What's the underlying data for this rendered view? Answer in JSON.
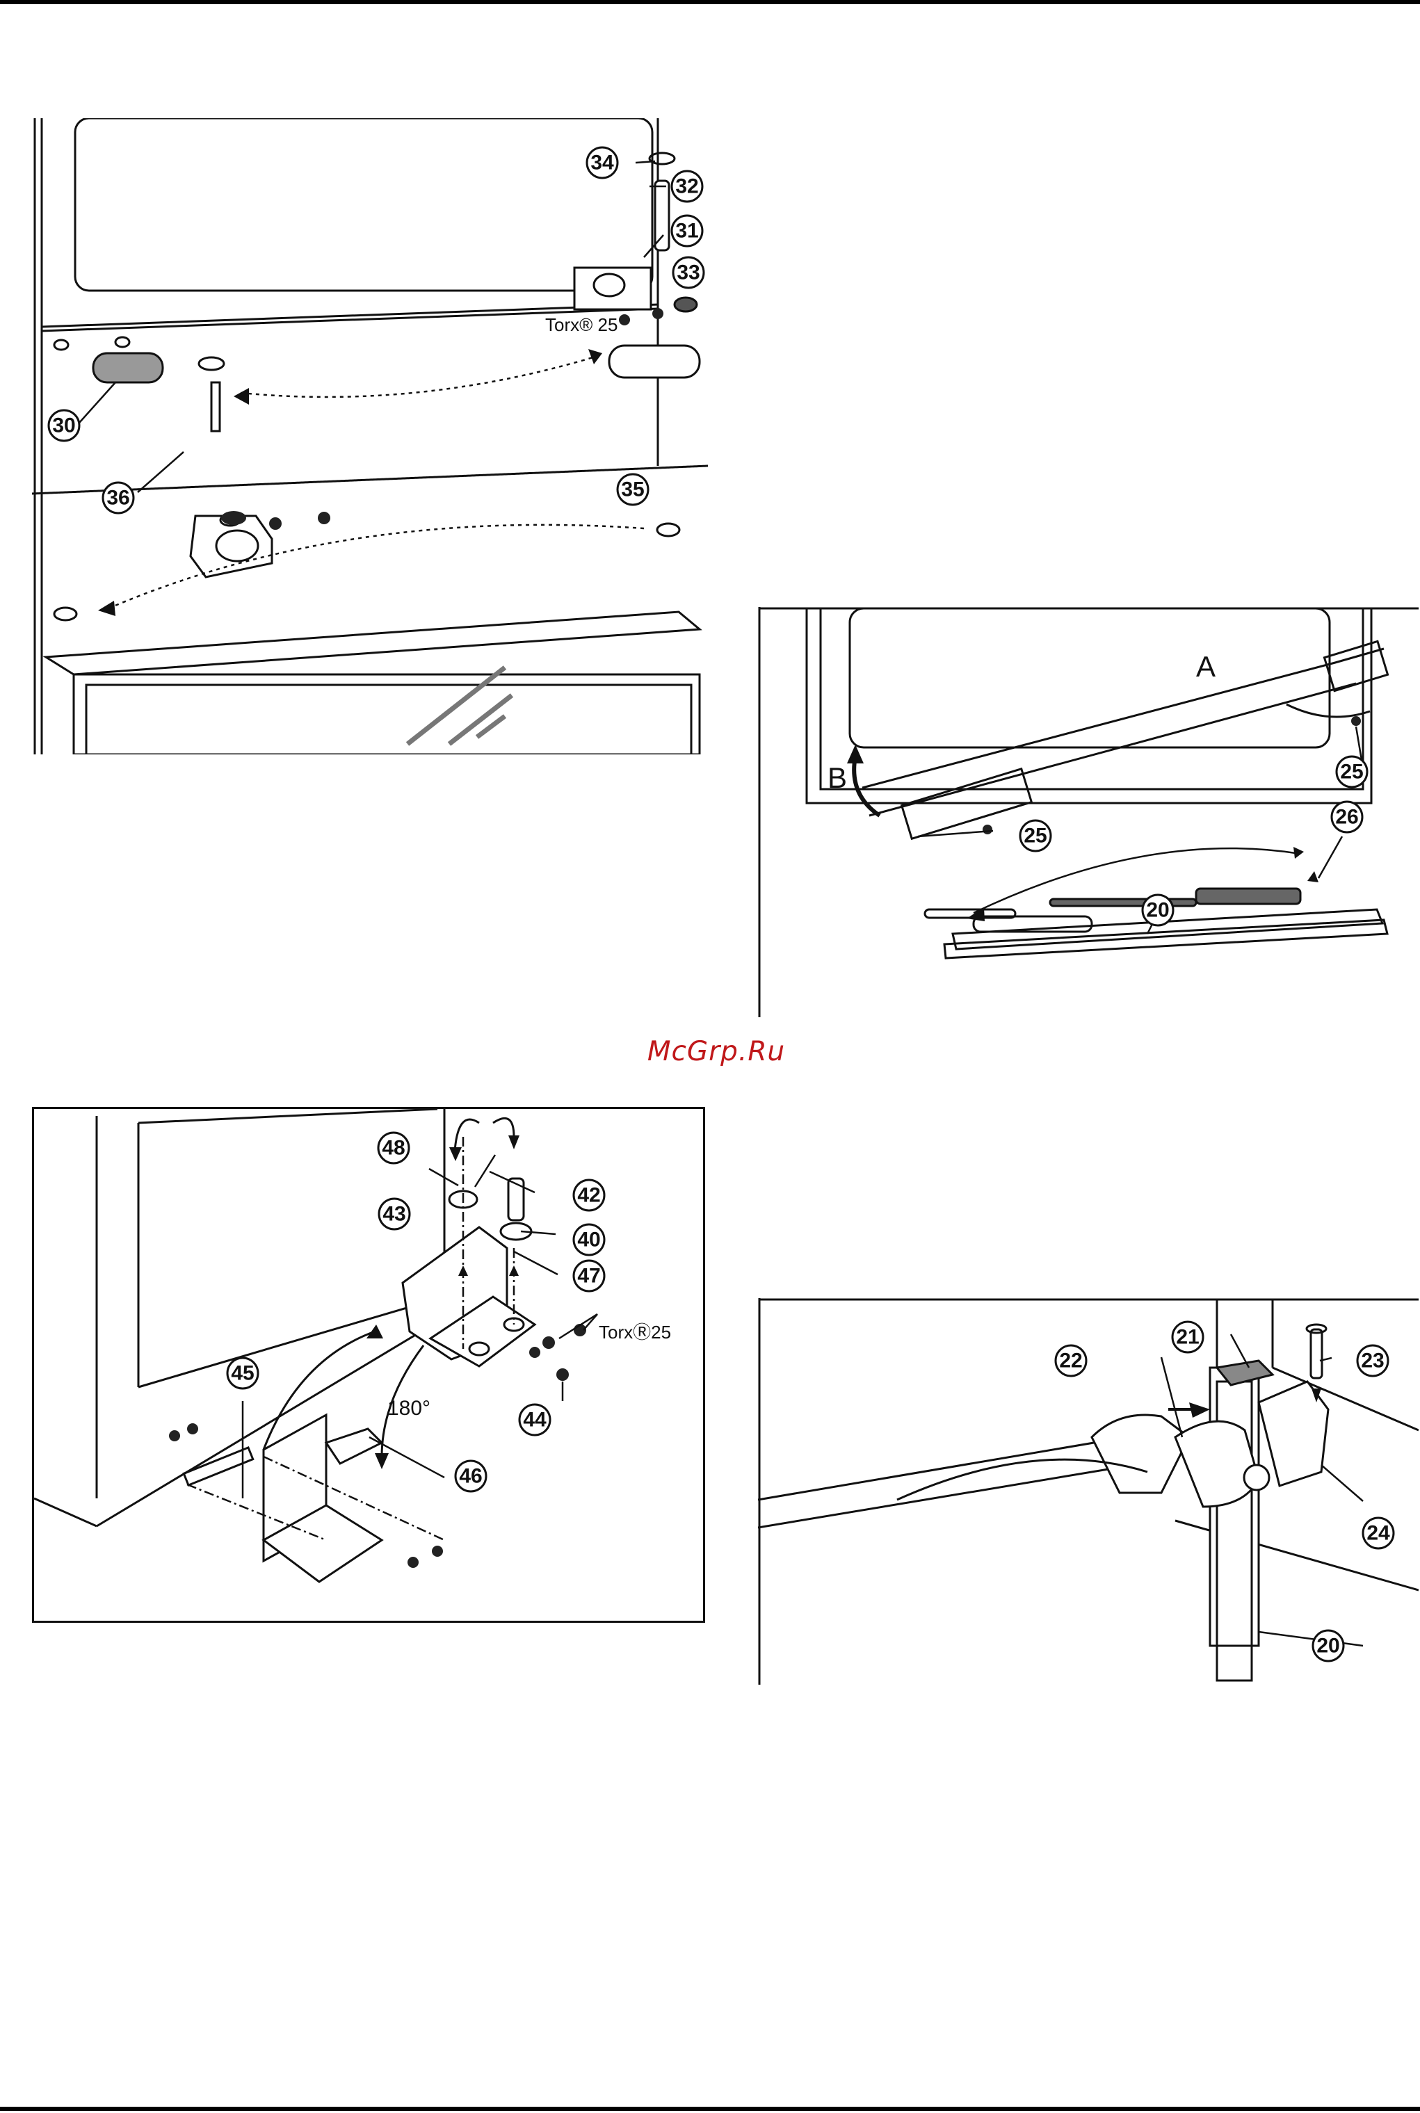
{
  "watermark": "McGrp.Ru",
  "figures": {
    "fig_top_left": {
      "callouts": [
        "34",
        "32",
        "31",
        "33",
        "30",
        "36",
        "35"
      ],
      "torx_label": "Torx® 25"
    },
    "fig_mid_right": {
      "callouts": [
        "25",
        "25",
        "26",
        "20"
      ],
      "letters": [
        "A",
        "B"
      ]
    },
    "fig_bottom_left": {
      "callouts": [
        "48",
        "42",
        "43",
        "40",
        "47",
        "45",
        "44",
        "46"
      ],
      "torx_label": "TorxⓇ25",
      "angle_label": "180°"
    },
    "fig_bottom_right": {
      "callouts": [
        "21",
        "23",
        "22",
        "24",
        "20"
      ]
    }
  }
}
